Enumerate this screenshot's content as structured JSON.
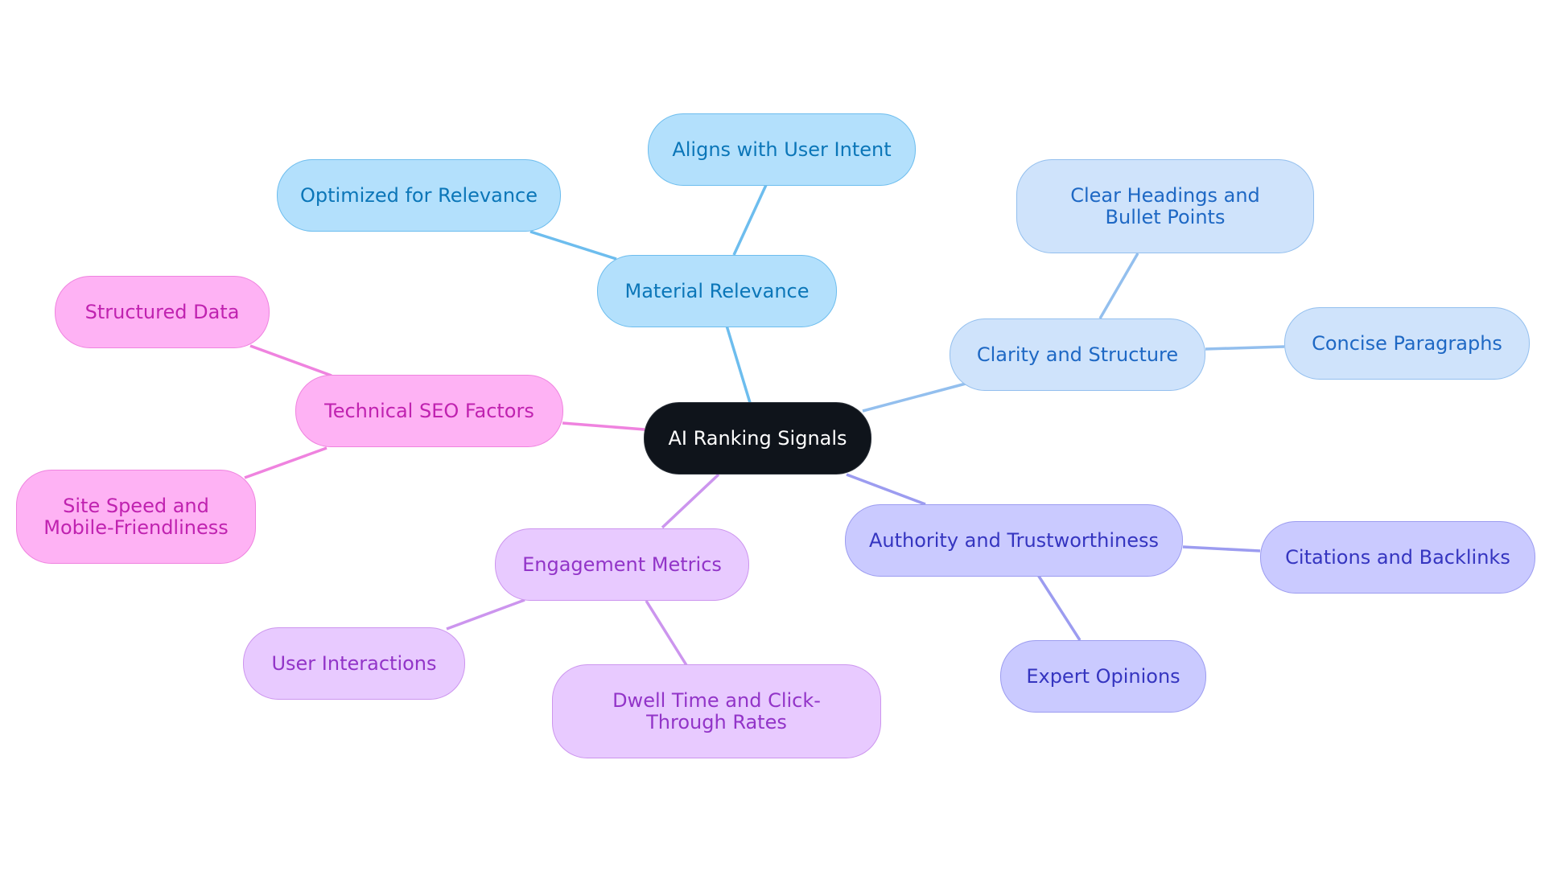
{
  "diagram": {
    "root": {
      "label": "AI Ranking Signals"
    },
    "branches": [
      {
        "id": "material-relevance",
        "label": "Material Relevance",
        "color": "#6dbdee",
        "children": [
          {
            "label": "Aligns with User Intent"
          },
          {
            "label": "Optimized for Relevance"
          }
        ]
      },
      {
        "id": "clarity-structure",
        "label": "Clarity and Structure",
        "color": "#93bfee",
        "children": [
          {
            "label": "Clear Headings and Bullet Points"
          },
          {
            "label": "Concise Paragraphs"
          }
        ]
      },
      {
        "id": "authority-trust",
        "label": "Authority and Trustworthiness",
        "color": "#9c9cf0",
        "children": [
          {
            "label": "Citations and Backlinks"
          },
          {
            "label": "Expert Opinions"
          }
        ]
      },
      {
        "id": "engagement-metrics",
        "label": "Engagement Metrics",
        "color": "#cc95ee",
        "children": [
          {
            "label": "User Interactions"
          },
          {
            "label": "Dwell Time and Click-Through Rates"
          }
        ]
      },
      {
        "id": "technical-seo",
        "label": "Technical SEO Factors",
        "color": "#ef83df",
        "children": [
          {
            "label": "Structured Data"
          },
          {
            "label": "Site Speed and Mobile-Friendliness"
          }
        ]
      }
    ]
  }
}
